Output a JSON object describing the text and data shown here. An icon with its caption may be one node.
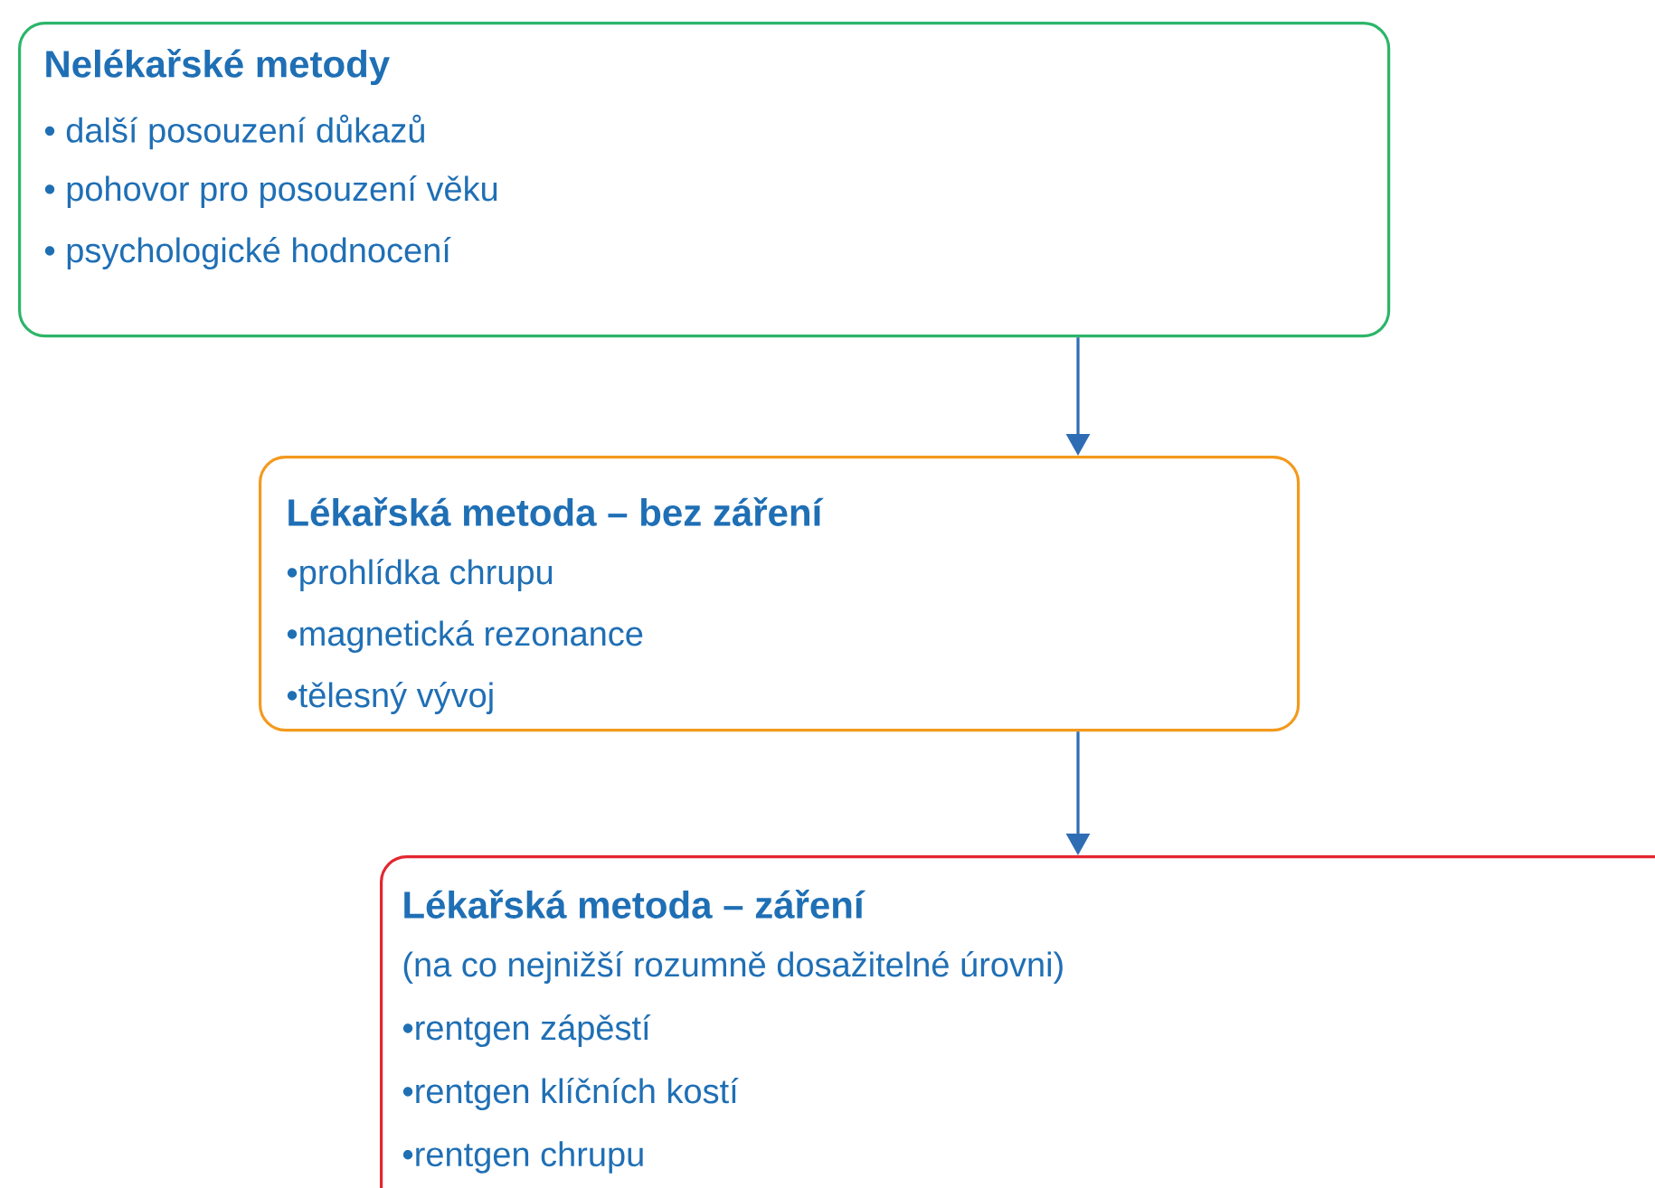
{
  "diagram": {
    "nodes": [
      {
        "text": [
          "Nelékařské metody",
          "• další posouzení důkazů",
          "• pohovor pro posouzení věku",
          "• psychologické hodnocení"
        ]
      },
      {
        "text": [
          "Lékařská metoda – bez záření",
          "•prohlídka chrupu",
          "•magnetická rezonance",
          "•tělesný vývoj"
        ]
      },
      {
        "text": [
          "Lékařská metoda – záření",
          "(na co nejnižší rozumně dosažitelné úrovni)",
          "•rentgen zápěstí",
          "•rentgen klíčních kostí",
          "•rentgen chrupu"
        ]
      }
    ],
    "edges": [
      {
        "from": 0,
        "to": 1,
        "arrow": "to"
      },
      {
        "from": 1,
        "to": 2,
        "arrow": "to"
      }
    ]
  }
}
